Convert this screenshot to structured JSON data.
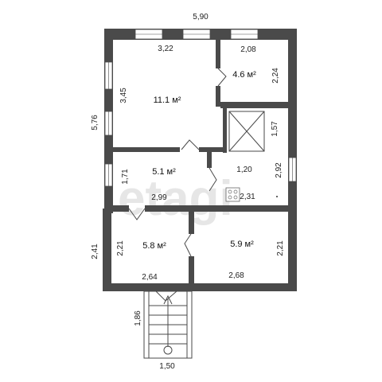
{
  "watermark": "etagi",
  "overall_dims": {
    "width_top": "5,90",
    "height_left": "5,76",
    "lower_height_left": "2,41",
    "stairs_length": "1,86",
    "stairs_width": "1,50"
  },
  "rooms": {
    "main_room": {
      "area": "11.1 м²",
      "width": "3,22",
      "height": "3,45"
    },
    "small_room": {
      "area": "4.6 м²",
      "width": "2,08",
      "height": "2,24"
    },
    "hall": {
      "area": "5.1 м²",
      "width": "2,99",
      "height": "1,71"
    },
    "stair_area": {
      "width": "1,20",
      "height": "1,57"
    },
    "kitchen": {
      "width": "2,31",
      "height": "2,92"
    },
    "lower_left": {
      "area": "5.8 м²",
      "width": "2,64",
      "height": "2,21"
    },
    "lower_right": {
      "area": "5.9 м²",
      "width": "2,68",
      "height": "2,21"
    }
  }
}
